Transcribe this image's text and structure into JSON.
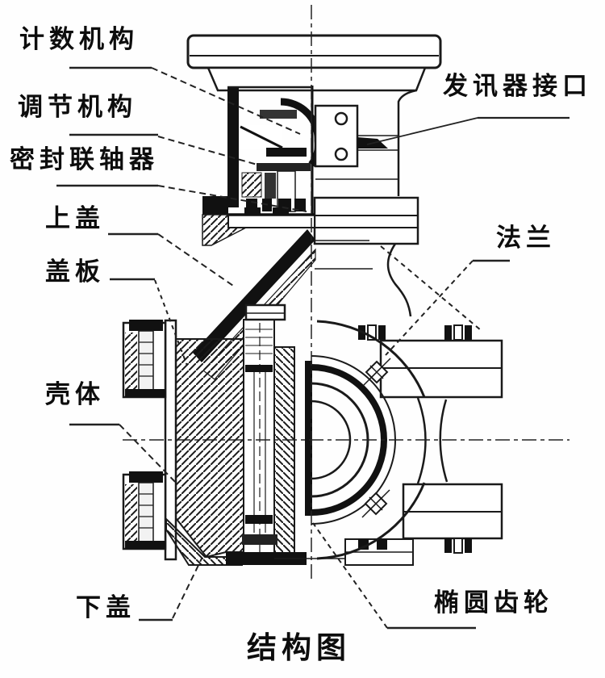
{
  "figure": {
    "caption": "结构图",
    "labels": {
      "counter": "计数机构",
      "adjuster": "调节机构",
      "coupling": "密封联轴器",
      "upper_cover": "上盖",
      "cover_plate": "盖板",
      "housing": "壳体",
      "lower_cover": "下盖",
      "transmitter_port": "发讯器接口",
      "flange": "法兰",
      "oval_gear": "椭圆齿轮"
    },
    "colors": {
      "line": "#1a1a1a",
      "background": "#fefefe",
      "text": "#0d0d0d"
    }
  }
}
